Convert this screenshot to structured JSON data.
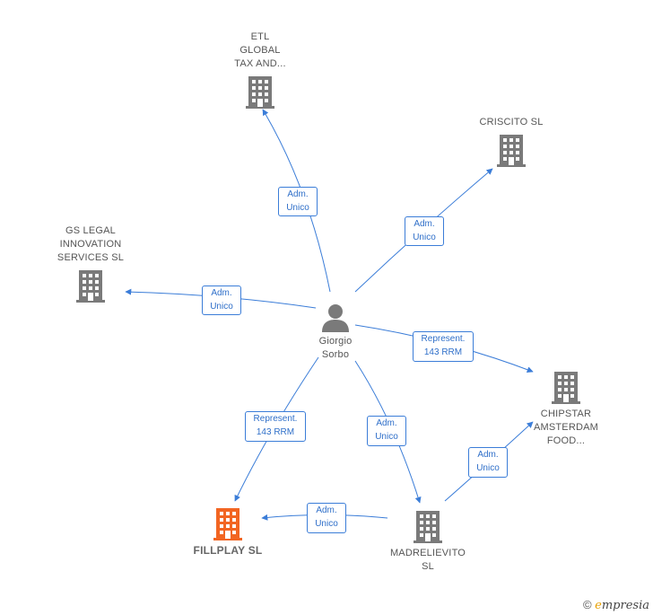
{
  "colors": {
    "edge": "#3b7dd8",
    "building": "#7a7a7a",
    "building_highlight": "#f26522",
    "person": "#7a7a7a"
  },
  "nodes": {
    "etl": {
      "label": "ETL\nGLOBAL\nTAX AND...",
      "icon": "building-icon"
    },
    "criscito": {
      "label": "CRISCITO  SL",
      "icon": "building-icon"
    },
    "gslegal": {
      "label": "GS LEGAL\nINNOVATION\nSERVICES  SL",
      "icon": "building-icon"
    },
    "giorgio": {
      "label": "Giorgio\nSorbo",
      "icon": "person-icon"
    },
    "chipstar": {
      "label": "CHIPSTAR\nAMSTERDAM\nFOOD...",
      "icon": "building-icon"
    },
    "fillplay": {
      "label": "FILLPLAY  SL",
      "icon": "building-icon"
    },
    "madrelievito": {
      "label": "MADRELIEVITO\nSL",
      "icon": "building-icon"
    }
  },
  "edges": {
    "to_etl": "Adm.\nUnico",
    "to_criscito": "Adm.\nUnico",
    "to_gslegal": "Adm.\nUnico",
    "to_chipstar": "Represent.\n143 RRM",
    "to_fillplay": "Represent.\n143 RRM",
    "to_madrelievito": "Adm.\nUnico",
    "madre_to_chipstar": "Adm.\nUnico",
    "madre_to_fillplay": "Adm.\nUnico"
  },
  "footer": {
    "copyright": "©",
    "brand_e": "e",
    "brand_rest": "mpresia"
  }
}
